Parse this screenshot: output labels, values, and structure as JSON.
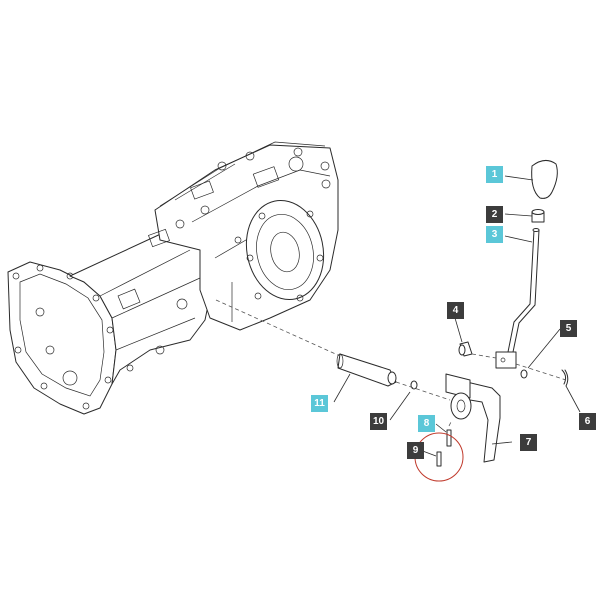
{
  "diagram": {
    "callouts": [
      {
        "id": "1",
        "style": "cyan"
      },
      {
        "id": "2",
        "style": "dark"
      },
      {
        "id": "3",
        "style": "cyan"
      },
      {
        "id": "4",
        "style": "dark"
      },
      {
        "id": "5",
        "style": "dark"
      },
      {
        "id": "6",
        "style": "dark"
      },
      {
        "id": "7",
        "style": "dark"
      },
      {
        "id": "8",
        "style": "cyan"
      },
      {
        "id": "9",
        "style": "dark"
      },
      {
        "id": "10",
        "style": "dark"
      },
      {
        "id": "11",
        "style": "cyan"
      }
    ],
    "highlight_circle_color": "#c0392b",
    "callout_colors": {
      "cyan": "#5bc7d8",
      "dark": "#3c3c3c"
    }
  }
}
